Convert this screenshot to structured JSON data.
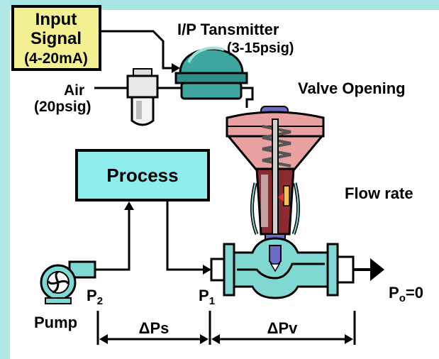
{
  "labels": {
    "input_signal_l1": "Input",
    "input_signal_l2": "Signal",
    "input_signal_l3": "(4-20mA)",
    "transmitter_title": "I/P Tansmitter",
    "transmitter_range": "(3-15psig)",
    "air_l1": "Air",
    "air_l2": "(20psig)",
    "valve_opening": "Valve Opening",
    "process": "Process",
    "flow_rate": "Flow rate",
    "p2_main": "P",
    "p2_sub": "2",
    "p1_main": "P",
    "p1_sub": "1",
    "po_main": "P",
    "po_sub": "o",
    "po_value": "=0",
    "pump": "Pump",
    "dps": "ΔPs",
    "dpv": "ΔPv"
  },
  "colors": {
    "slide_background": "#c4f0ef",
    "input_box": "#f4ef91",
    "process_box": "#8eeeee",
    "transmitter_body": "#3ea8a0",
    "valve_body": "#7fd8d2",
    "actuator_diaphragm": "#e9a0a0",
    "actuator_stem_housing": "#8b2a32",
    "plug_accent": "#6a6ac8"
  }
}
